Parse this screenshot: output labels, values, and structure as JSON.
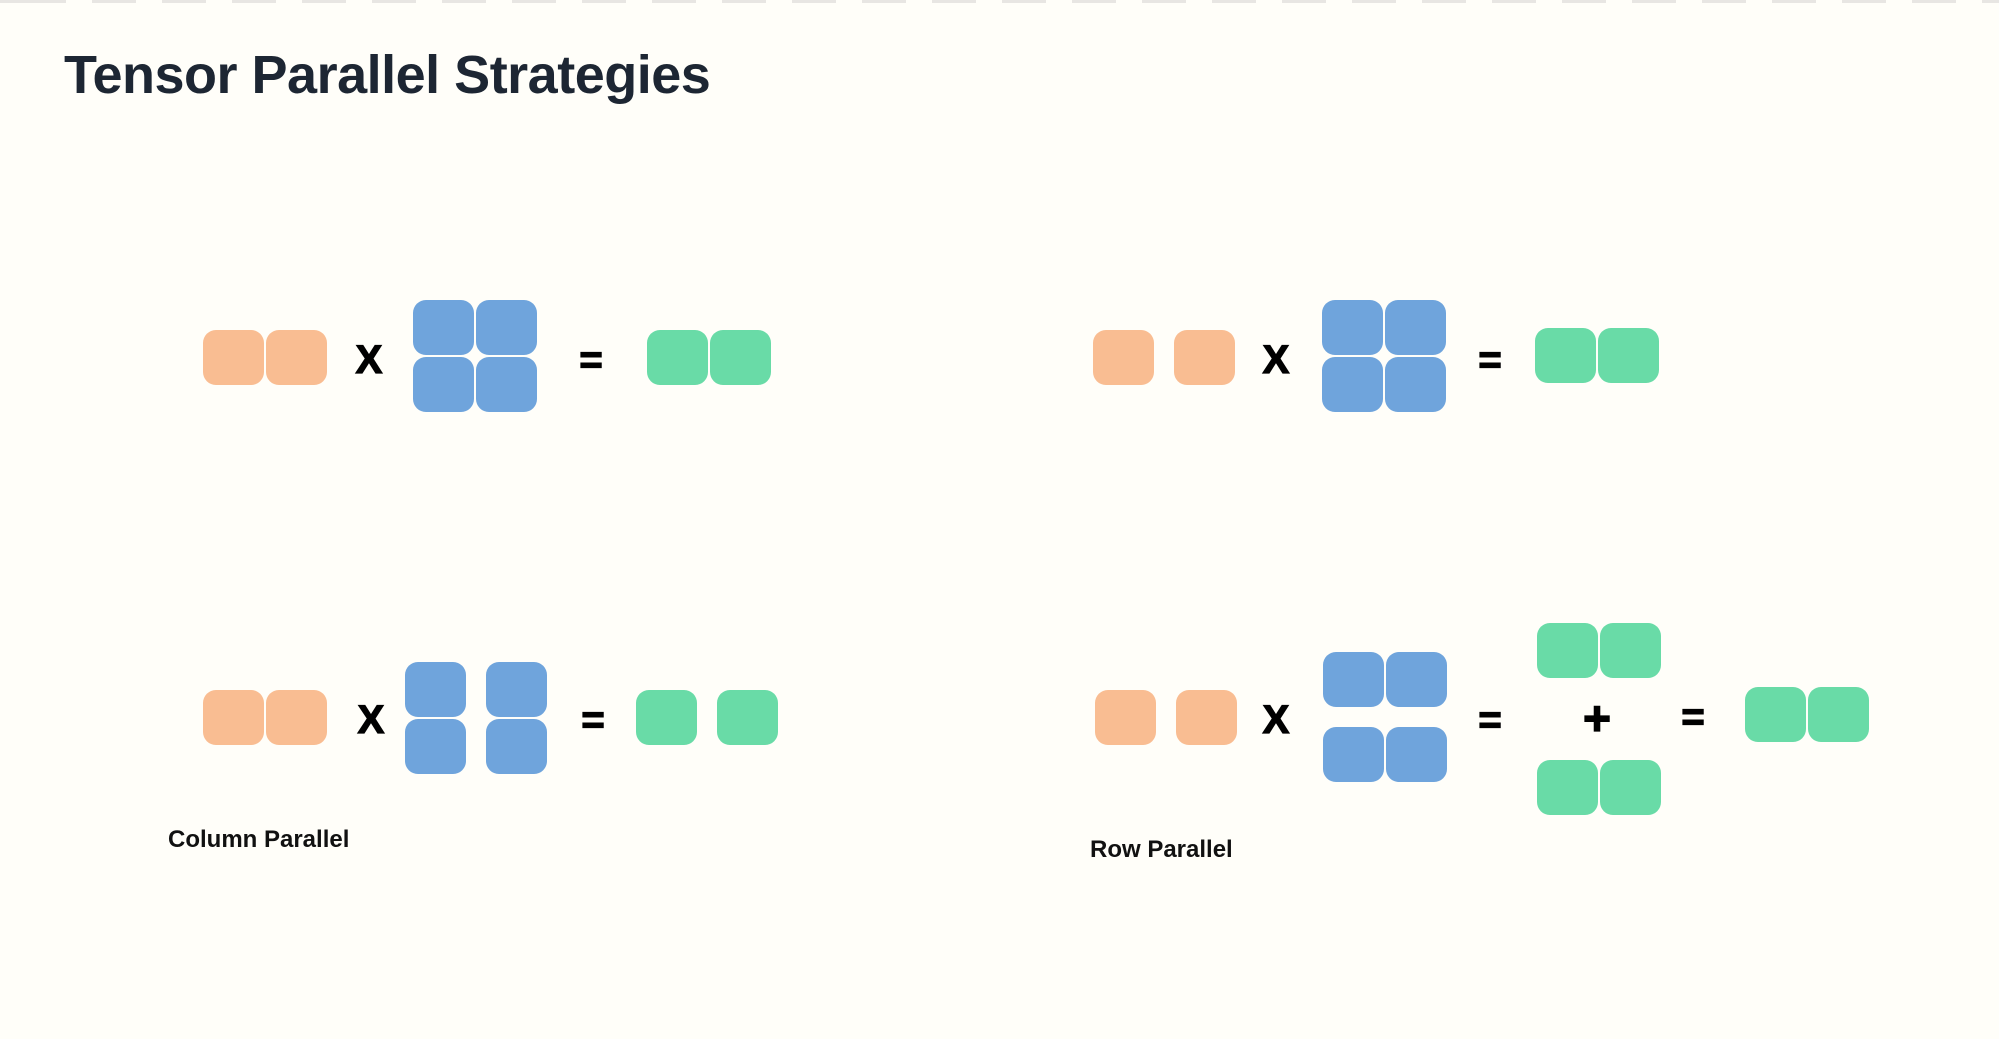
{
  "title": "Tensor Parallel Strategies",
  "colors": {
    "input": "#F9BD92",
    "weight": "#6FA4DC",
    "output": "#69DBA7",
    "background": "#FFFEF9",
    "title_text": "#1D2633",
    "label_text": "#111111",
    "top_dash": "#E8E6E3"
  },
  "operators": {
    "multiply": "X",
    "equals": "=",
    "plus": "+"
  },
  "diagrams": {
    "top_left": {
      "input": {
        "rows": 1,
        "cols": 2,
        "color": "input",
        "split": "none"
      },
      "weight": {
        "rows": 2,
        "cols": 2,
        "color": "weight",
        "split": "none"
      },
      "output": {
        "rows": 1,
        "cols": 2,
        "color": "output",
        "split": "none"
      }
    },
    "top_right": {
      "input": {
        "rows": 1,
        "cols": 2,
        "color": "input",
        "split": "cols"
      },
      "weight": {
        "rows": 2,
        "cols": 2,
        "color": "weight",
        "split": "none"
      },
      "output": {
        "rows": 1,
        "cols": 2,
        "color": "output",
        "split": "none"
      }
    },
    "bottom_left": {
      "label": "Column Parallel",
      "input": {
        "rows": 1,
        "cols": 2,
        "color": "input",
        "split": "none"
      },
      "weight": {
        "rows": 2,
        "cols": 2,
        "color": "weight",
        "split": "cols"
      },
      "output": {
        "rows": 1,
        "cols": 2,
        "color": "output",
        "split": "cols"
      }
    },
    "bottom_right": {
      "label": "Row Parallel",
      "input": {
        "rows": 1,
        "cols": 2,
        "color": "input",
        "split": "cols"
      },
      "weight": {
        "rows": 2,
        "cols": 2,
        "color": "weight",
        "split": "rows"
      },
      "partial_top": {
        "rows": 1,
        "cols": 2,
        "color": "output",
        "split": "none"
      },
      "partial_bottom": {
        "rows": 1,
        "cols": 2,
        "color": "output",
        "split": "none"
      },
      "output": {
        "rows": 1,
        "cols": 2,
        "color": "output",
        "split": "none"
      }
    }
  }
}
